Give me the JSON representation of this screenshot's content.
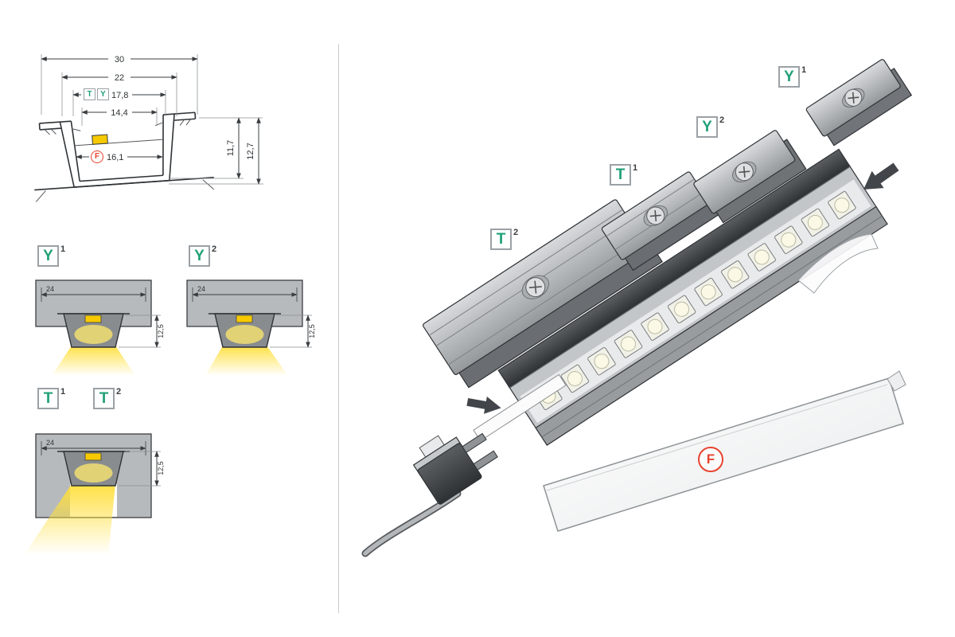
{
  "cross_section": {
    "dim_total_width": "30",
    "dim_top_width": "22",
    "dim_opening_width": "17,8",
    "dim_inner_width": "14,4",
    "dim_bottom_width": "16,1",
    "dim_depth_inner": "11,7",
    "dim_depth_total": "12,7",
    "marker_t": "T",
    "marker_y": "Y",
    "marker_f": "F"
  },
  "mount_diagrams": {
    "dim_recess_width": "24",
    "dim_recess_depth": "12,5",
    "y1": {
      "letter": "Y",
      "index": "1"
    },
    "y2": {
      "letter": "Y",
      "index": "2"
    },
    "t1": {
      "letter": "T",
      "index": "1"
    },
    "t2": {
      "letter": "T",
      "index": "2"
    }
  },
  "exploded_view": {
    "label_y1": {
      "letter": "Y",
      "index": "1"
    },
    "label_y2": {
      "letter": "Y",
      "index": "2"
    },
    "label_t1": {
      "letter": "T",
      "index": "1"
    },
    "label_t2": {
      "letter": "T",
      "index": "2"
    },
    "label_f": {
      "letter": "F"
    }
  },
  "colors": {
    "accent_teal": "#21a179",
    "accent_red": "#e8432f",
    "led_yellow": "#f6c900",
    "part_gray": "#b7babd",
    "outline_dark": "#2f3336"
  }
}
